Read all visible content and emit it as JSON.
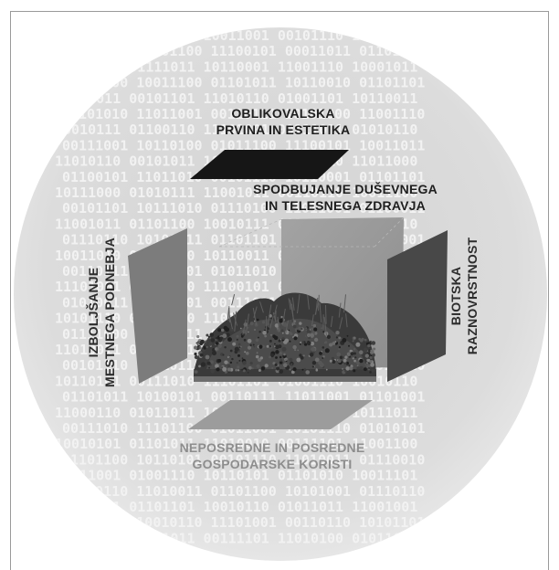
{
  "labels": {
    "top": [
      "OBLIKOVALSKA",
      "PRVINA IN ESTETIKA"
    ],
    "health": [
      "SPODBUJANJE DUŠEVNEGA",
      "IN TELESNEGA ZDRAVJA"
    ],
    "bottom": [
      "NEPOSREDNE IN POSREDNE",
      "GOSPODARSKE KORISTI"
    ],
    "left": [
      "IZBOLJŠANJE",
      "MESTNEGA PODNEBJA"
    ],
    "right": [
      "BIOTSKA",
      "RAZNOVRSTNOST"
    ]
  },
  "background": {
    "binary_rows": [
      "11011100 01110100 10011001 00101110 10010010",
      "01011001 10101100 11100101 00011011 01101100",
      "10100111 01111011 10110001 11001110 10001011",
      "00110100 10011100 01101011 10110010 01101101",
      "11100011 00101101 11010110 01001101 10110011",
      "01101010 11011001 00110111 10101000 11001110",
      "10010111 01100110 11101001 00111011 01010110",
      "00111001 10110100 01011100 11100101 10011011",
      "11010110 00101011 10100110 01110010 11011000",
      "01100101 11011010 00101110 10110001 01101101",
      "10111000 01010111 11001011 00110110 10011100",
      "00101101 10111010 01110100 11011001 01100011",
      "11001011 01101100 10010111 00101011 11010110",
      "01110110 10100011 01101101 11010010 00111001",
      "10011010 01011110 10110011 01101100 11001010",
      "00110111 11001001 01011010 10010111 01110100",
      "11101001 00110110 11100101 01101011 10011001",
      "01010011 10101101 00111011 11000110 01101110",
      "10101110 01110010 11010100 00111101 10110001",
      "01111000 10011011 01100110 11011010 00101111",
      "11010011 01101001 10111100 00110101 11100100",
      "00101110 11010110 01001011 10110011 01011010",
      "10110101 00111010 11101101 01001110 10010110",
      "01101011 10100101 00110111 11011001 01101001",
      "11000110 01011011 10100110 01110100 10111011",
      "00111010 11101100 01011001 10101110 01010101",
      "10010101 01101011 11010010 00111101 11001100",
      "01101100 10110101 00101110 11010011 01110010",
      "11011001 01001110 10110101 01101010 10011101",
      "00110110 11010011 01101100 10101001 01110110",
      "10101011 01101101 10010110 01011011 11001001",
      "01110101 10010110 11101001 00110110 10101101",
      "11001010 01101011 00111101 11010100 01011011"
    ]
  },
  "colors": {
    "circle_fill": "#d6d6d6",
    "top_panel": "#161616",
    "left_panel": "#7c7c7c",
    "right_panel": "#484848",
    "back_panel": "#989898",
    "bottom_panel": "#9c9c9c"
  }
}
